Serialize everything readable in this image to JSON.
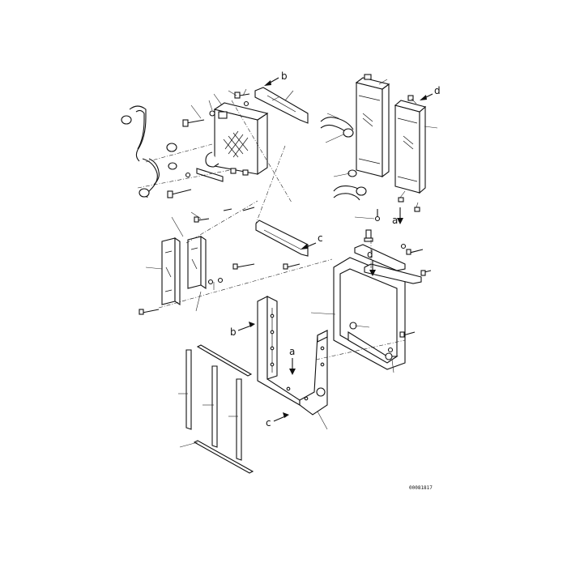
{
  "diagram": {
    "drawing_code": "00081817",
    "reference_letters": [
      "a",
      "b",
      "c",
      "d"
    ]
  }
}
